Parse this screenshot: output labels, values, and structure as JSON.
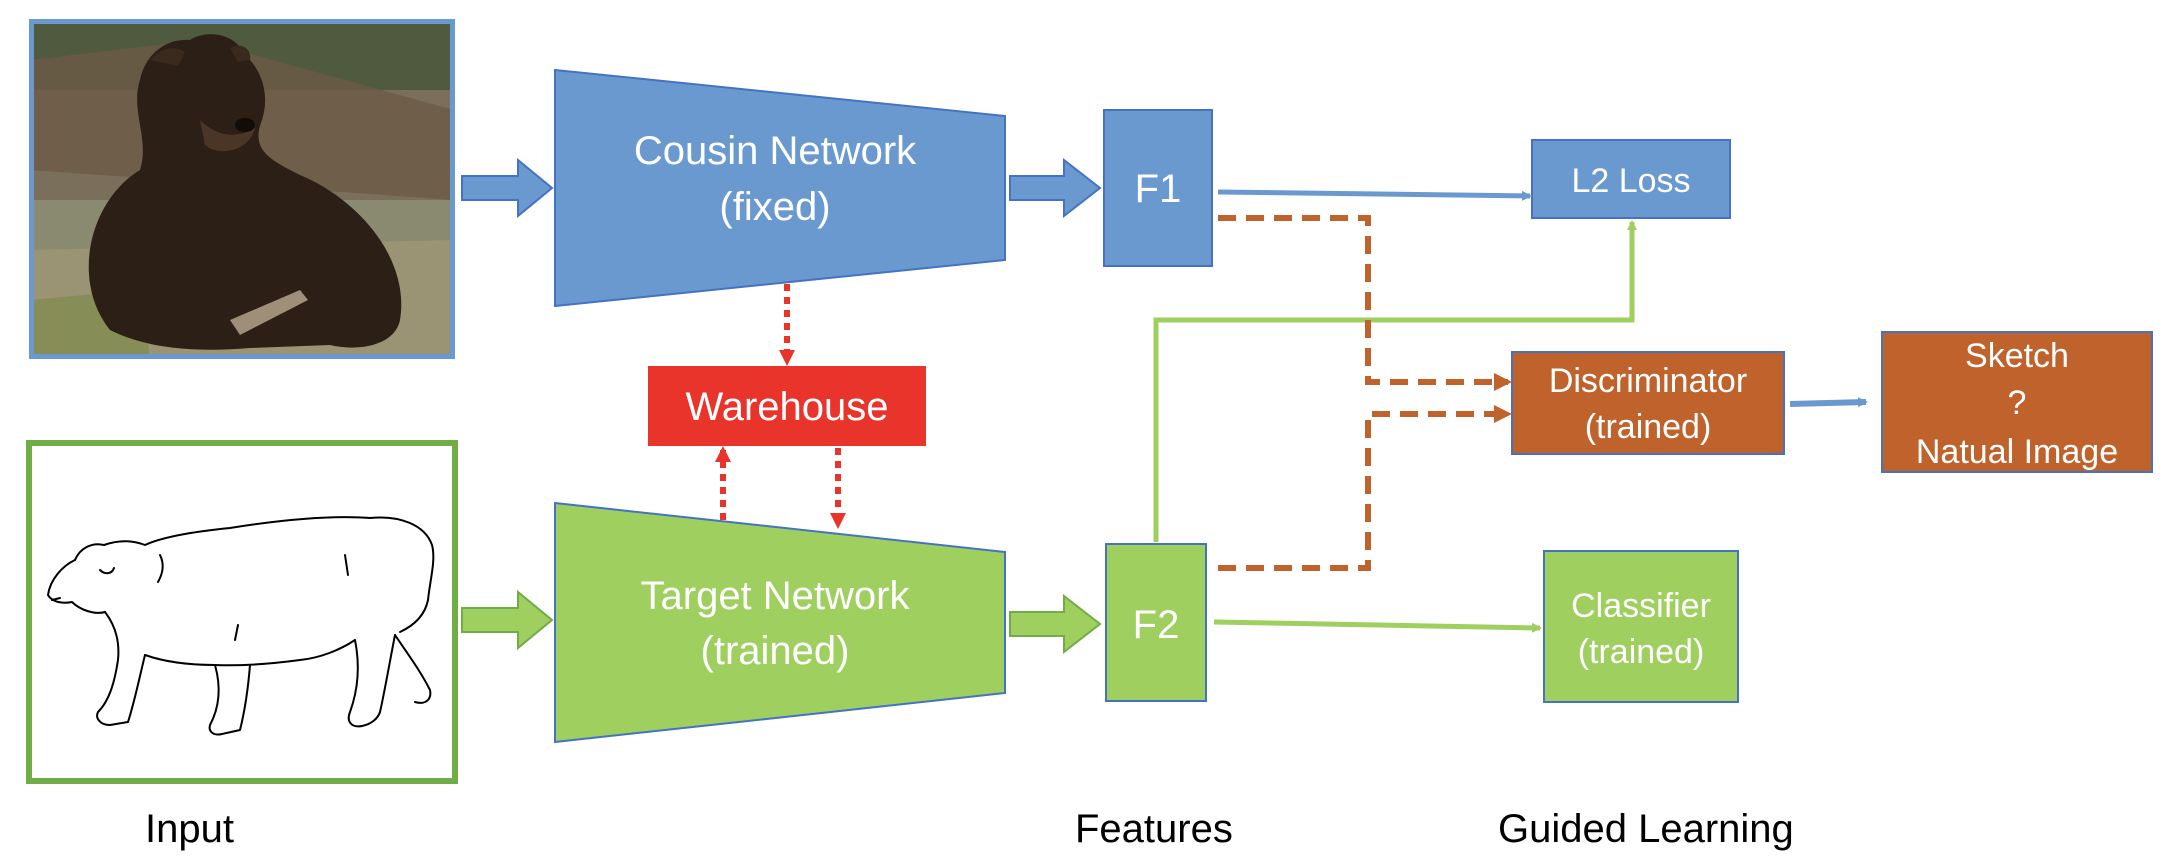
{
  "nodes": {
    "cousin_network": {
      "line1": "Cousin Network",
      "line2": "(fixed)"
    },
    "target_network": {
      "line1": "Target Network",
      "line2": "(trained)"
    },
    "warehouse": {
      "label": "Warehouse"
    },
    "f1": {
      "label": "F1"
    },
    "f2": {
      "label": "F2"
    },
    "l2_loss": {
      "label": "L2 Loss"
    },
    "discriminator": {
      "line1": "Discriminator",
      "line2": "(trained)"
    },
    "classifier": {
      "line1": "Classifier",
      "line2": "(trained)"
    },
    "output": {
      "line1": "Sketch",
      "line2": "?",
      "line3": "Natual Image"
    }
  },
  "captions": {
    "input": "Input",
    "features": "Features",
    "guided_learning": "Guided Learning"
  },
  "colors": {
    "blue": "#6a99d0",
    "blue_stroke": "#4472c4",
    "green": "#9fcf5f",
    "green_stroke": "#70ad47",
    "orange": "#c0622b",
    "red": "#e8342a"
  }
}
